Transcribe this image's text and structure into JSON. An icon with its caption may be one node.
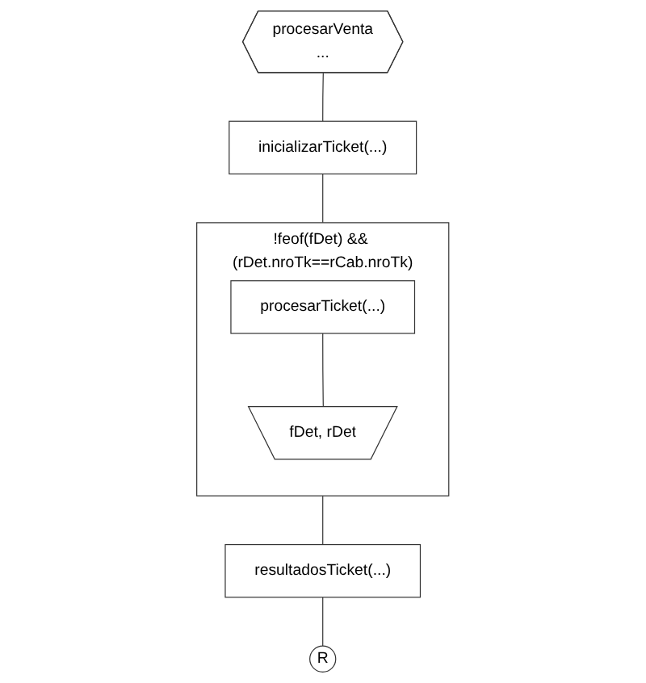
{
  "diagram": {
    "nodes": [
      {
        "text": [
          "procesarVenta",
          "..."
        ]
      },
      {
        "text": [
          "inicializarTicket(...)"
        ]
      },
      {
        "text": [
          "!feof(fDet) && (rDet.nroTk==rCab.nroTk)"
        ]
      },
      {
        "text": [
          "procesarTicket(...)"
        ],
        "in": 2
      },
      {
        "text": [
          "fDet, rDet"
        ],
        "in": 2
      },
      {
        "text": [
          "resultadosTicket(...)"
        ]
      },
      {
        "text": [
          "R"
        ]
      }
    ],
    "edges": [
      {
        "from": 0,
        "to": 1,
        "arrow": "none"
      },
      {
        "from": 1,
        "to": 2,
        "arrow": "none"
      },
      {
        "from": 3,
        "to": 4,
        "arrow": "none"
      },
      {
        "from": 2,
        "to": 5,
        "arrow": "none"
      },
      {
        "from": 5,
        "to": 6,
        "arrow": "none"
      }
    ]
  }
}
